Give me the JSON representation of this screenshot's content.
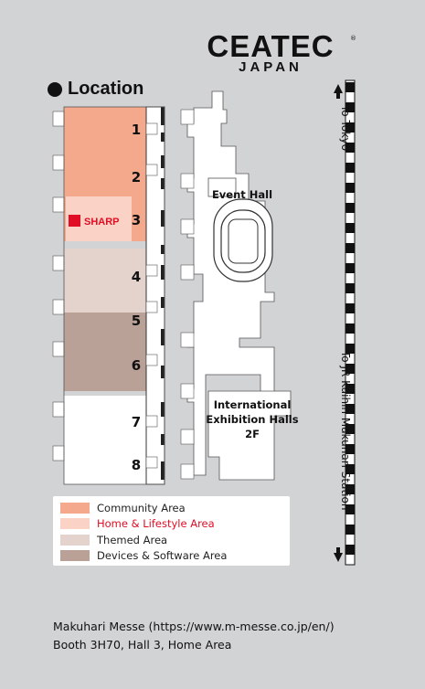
{
  "logo": {
    "main": "CEATEC",
    "registered": "®",
    "sub": "JAPAN"
  },
  "title": "Location",
  "halls": [
    {
      "num": "1",
      "area": "community"
    },
    {
      "num": "2",
      "area": "community"
    },
    {
      "num": "3",
      "area": "home"
    },
    {
      "num": "4",
      "area": "themed"
    },
    {
      "num": "5",
      "area": "devices"
    },
    {
      "num": "6",
      "area": "devices"
    },
    {
      "num": "7",
      "area": "none"
    },
    {
      "num": "8",
      "area": "none"
    }
  ],
  "exhibitor_logo": "SHARP",
  "event_hall_label": "Event Hall",
  "international_hall_label": [
    "International",
    "Exhibition Halls",
    "2F"
  ],
  "directions": {
    "top": "To Tokyo",
    "bottom": "To JR Kaihin Makuhari Station"
  },
  "legend": [
    {
      "label": "Community Area",
      "color": "#f4a98c",
      "highlight": false
    },
    {
      "label": "Home & Lifestyle Area",
      "color": "#fad2c6",
      "highlight": true
    },
    {
      "label": "Themed Area",
      "color": "#e4d3cc",
      "highlight": false
    },
    {
      "label": "Devices & Software Area",
      "color": "#b9a197",
      "highlight": false
    }
  ],
  "colors": {
    "background": "#d2d3d5",
    "accent": "#e10d24",
    "sharp_red": "#e10d24"
  },
  "footer": {
    "line1": "Makuhari Messe (https://www.m-messe.co.jp/en/)",
    "line2": "Booth 3H70, Hall 3, Home Area"
  }
}
